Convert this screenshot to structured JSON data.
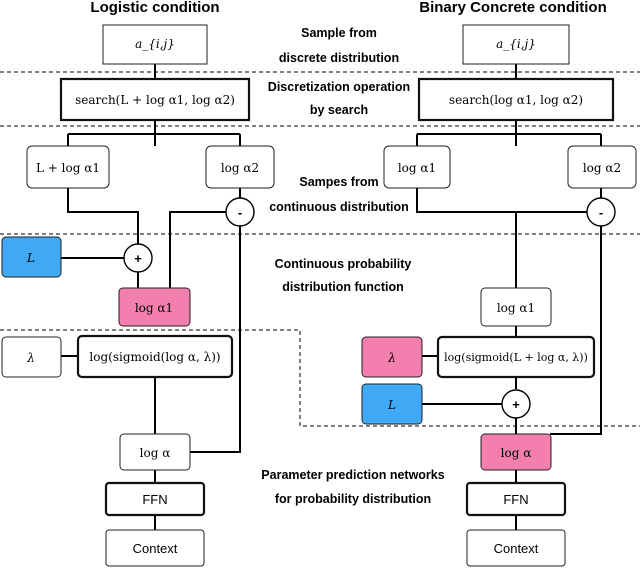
{
  "headers": {
    "left": "Logistic condition",
    "right": "Binary Concrete condition"
  },
  "notes": {
    "sample_discrete": [
      "Sample from",
      "discrete distribution"
    ],
    "discretization": [
      "Discretization operation",
      "by search"
    ],
    "samples_continuous": [
      "Sampes from",
      "continuous distribution"
    ],
    "pdf": [
      "Continuous probability",
      "distribution function"
    ],
    "param_networks": [
      "Parameter prediction networks",
      "for probability distribution"
    ]
  },
  "left": {
    "a_ij": "a_{i,j}",
    "search": "search(L + log α1, log α2)",
    "L_plus_log_a1": "L + log α1",
    "log_a2": "log α2",
    "minus": "-",
    "L": "L",
    "plus": "+",
    "log_a1": "log α1",
    "lambda": "λ",
    "log_sigmoid": "log(sigmoid(log α, λ))",
    "log_a": "log α",
    "ffn": "FFN",
    "context": "Context"
  },
  "right": {
    "a_ij": "a_{i,j}",
    "search": "search(log α1, log α2)",
    "log_a1_top": "log α1",
    "log_a2": "log α2",
    "minus": "-",
    "log_a1": "log α1",
    "lambda": "λ",
    "log_sigmoid": "log(sigmoid(L + log α, λ))",
    "L": "L",
    "plus": "+",
    "log_a": "log α",
    "ffn": "FFN",
    "context": "Context"
  },
  "colors": {
    "blue": "#3fa9f5",
    "pink": "#f27fae",
    "line": "#000000",
    "box_border": "#222222"
  }
}
